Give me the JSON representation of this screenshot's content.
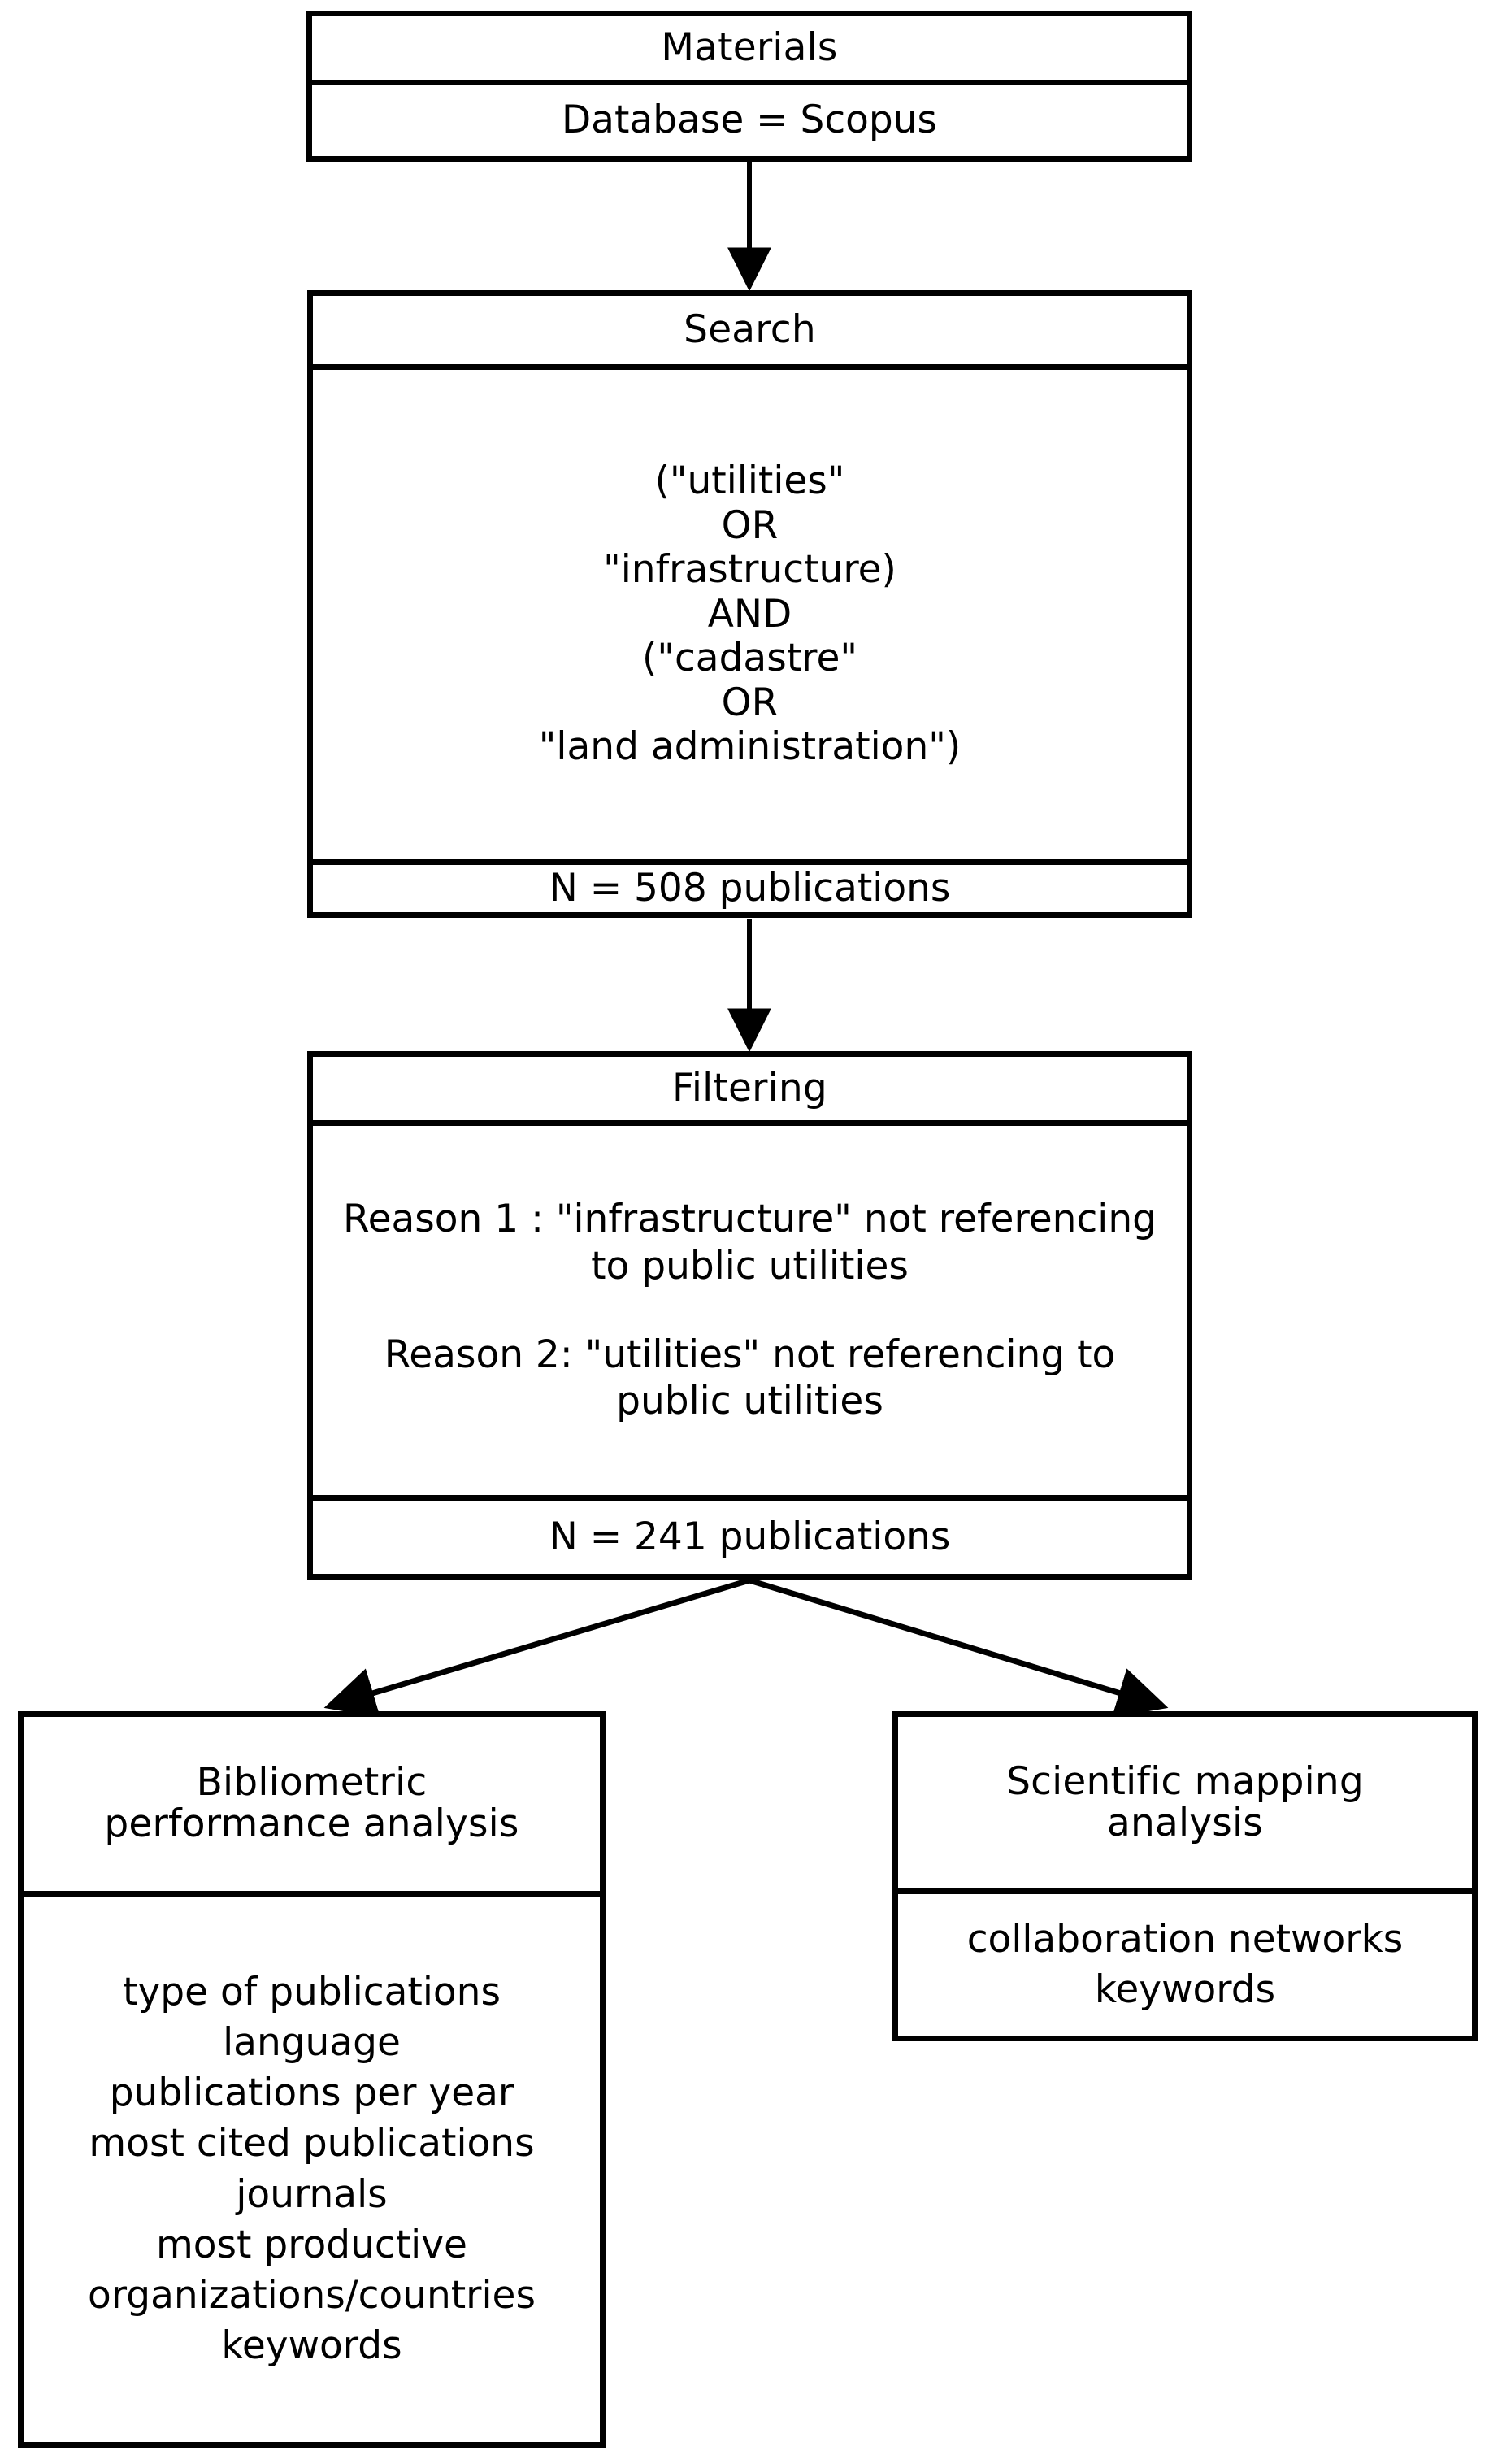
{
  "diagram": {
    "title": "Bibliometric study workflow flowchart",
    "colors": {
      "stroke": "#000000",
      "fill": "#ffffff",
      "text": "#000000"
    },
    "nodes": {
      "materials": {
        "header": "Materials",
        "body": "Database = Scopus"
      },
      "search": {
        "header": "Search",
        "query_lines": [
          "(\"utilities\"",
          "OR",
          "\"infrastructure)",
          "AND",
          "(\"cadastre\"",
          "OR",
          "\"land administration\")"
        ],
        "count": "N = 508 publications"
      },
      "filtering": {
        "header": "Filtering",
        "reasons": [
          "Reason 1 : \"infrastructure\" not referencing to public utilities",
          "Reason 2: \"utilities\" not referencing to public utilities"
        ],
        "count": "N = 241 publications"
      },
      "bibliometric": {
        "header": "Bibliometric\nperformance analysis",
        "items": [
          "type of publications",
          "language",
          "publications per year",
          "most cited publications",
          "journals",
          "most productive",
          "organizations/countries",
          "keywords"
        ]
      },
      "scientific": {
        "header": "Scientific mapping\nanalysis",
        "items": [
          "collaboration networks",
          "keywords"
        ]
      }
    },
    "edges": [
      {
        "from": "materials",
        "to": "search",
        "style": "straight-down-arrow"
      },
      {
        "from": "search",
        "to": "filtering",
        "style": "straight-down-arrow"
      },
      {
        "from": "filtering",
        "to": "bibliometric",
        "style": "diagonal-left-arrow"
      },
      {
        "from": "filtering",
        "to": "scientific",
        "style": "diagonal-right-arrow"
      }
    ]
  }
}
